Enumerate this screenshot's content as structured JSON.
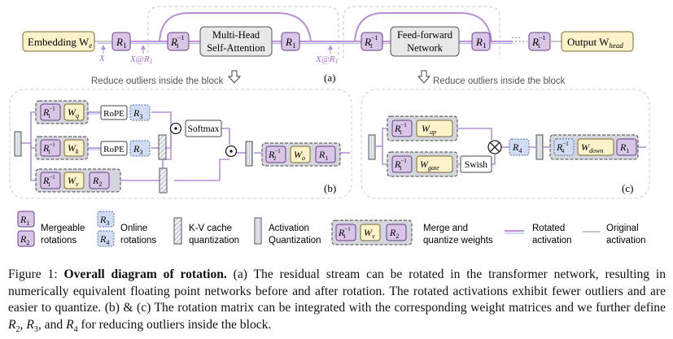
{
  "top": {
    "embedding": "Embedding W",
    "embedding_sub": "e",
    "mhsa_line1": "Multi-Head",
    "mhsa_line2": "Self-Attention",
    "ffn_line1": "Feed-forward",
    "ffn_line2": "Network",
    "output": "Output W",
    "output_sub": "head",
    "x_label": "X",
    "x_r1_label_1": "X@R",
    "x_r1_label_2": "X@R",
    "x_r1_sub": "1",
    "dots": "···",
    "panel_label": "(a)",
    "reduce_left": "Reduce outliers inside the block",
    "reduce_right": "Reduce outliers inside the block"
  },
  "symbols": {
    "R": "R",
    "W": "W",
    "r1": "1",
    "r2": "2",
    "r3": "3",
    "r4": "4",
    "inv": "−1",
    "q": "q",
    "k": "k",
    "v": "v",
    "o": "o",
    "up": "up",
    "gate": "gate",
    "down": "down"
  },
  "attn": {
    "rope1": "RoPE",
    "rope2": "RoPE",
    "softmax": "Softmax",
    "panel_label": "(b)"
  },
  "ffn": {
    "swish": "Swish",
    "panel_label": "(c)"
  },
  "legend": {
    "mergeable_1": "Mergeable",
    "mergeable_2": "rotations",
    "online_1": "Online",
    "online_2": "rotations",
    "kv_1": "K-V cache",
    "kv_2": "quantization",
    "act_1": "Activation",
    "act_2": "Quantization",
    "merge_1": "Merge and",
    "merge_2": "quantize weights",
    "rotated_1": "Rotated",
    "rotated_2": "activation",
    "original_1": "Original",
    "original_2": "activation"
  },
  "colors": {
    "rotation_fill": "#d9c6e6",
    "rotation_stroke": "#6b3b8e",
    "weight_fill": "#fdf2c9",
    "weight_stroke": "#7a6a30",
    "online_fill": "#cfdcf1",
    "online_stroke": "#4b6fa8",
    "rotated_line": "#b98fd8",
    "rotated_line2": "#9fb0e8",
    "original_line": "#c6c6c6",
    "module_fill": "#e8e8e8",
    "merge_fill": "#d3d6dc",
    "quant_fill": "#dfe5ec"
  },
  "caption": {
    "figure": "Figure 1:",
    "bold": "Overall diagram of rotation.",
    "text": " (a) The residual stream can be rotated in the transformer network, resulting in numerically equivalent floating point networks before and after rotation. The rotated activations exhibit fewer outliers and are easier to quantize.  (b) & (c) The rotation matrix can be integrated with the corresponding weight matrices and we further define ",
    "r2": "2",
    "sep1": ", ",
    "r3": "3",
    "sep2": ", and ",
    "r4": "4",
    "tail": " for reducing outliers inside the block.",
    "R": "R"
  }
}
